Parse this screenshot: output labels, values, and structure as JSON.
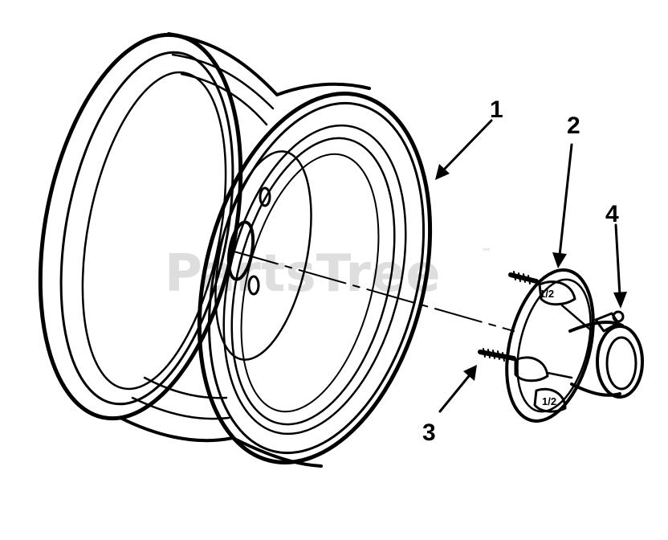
{
  "watermark": {
    "text": "PartsTree",
    "trademark": "™"
  },
  "callouts": [
    {
      "id": "1",
      "label": "1"
    },
    {
      "id": "2",
      "label": "2"
    },
    {
      "id": "3",
      "label": "3"
    },
    {
      "id": "4",
      "label": "4"
    }
  ],
  "hub_labels": {
    "label_a": "1/2",
    "label_b": "1/2"
  },
  "colors": {
    "ink": "#000000",
    "watermark": "#d9d9d9",
    "background": "#ffffff"
  }
}
